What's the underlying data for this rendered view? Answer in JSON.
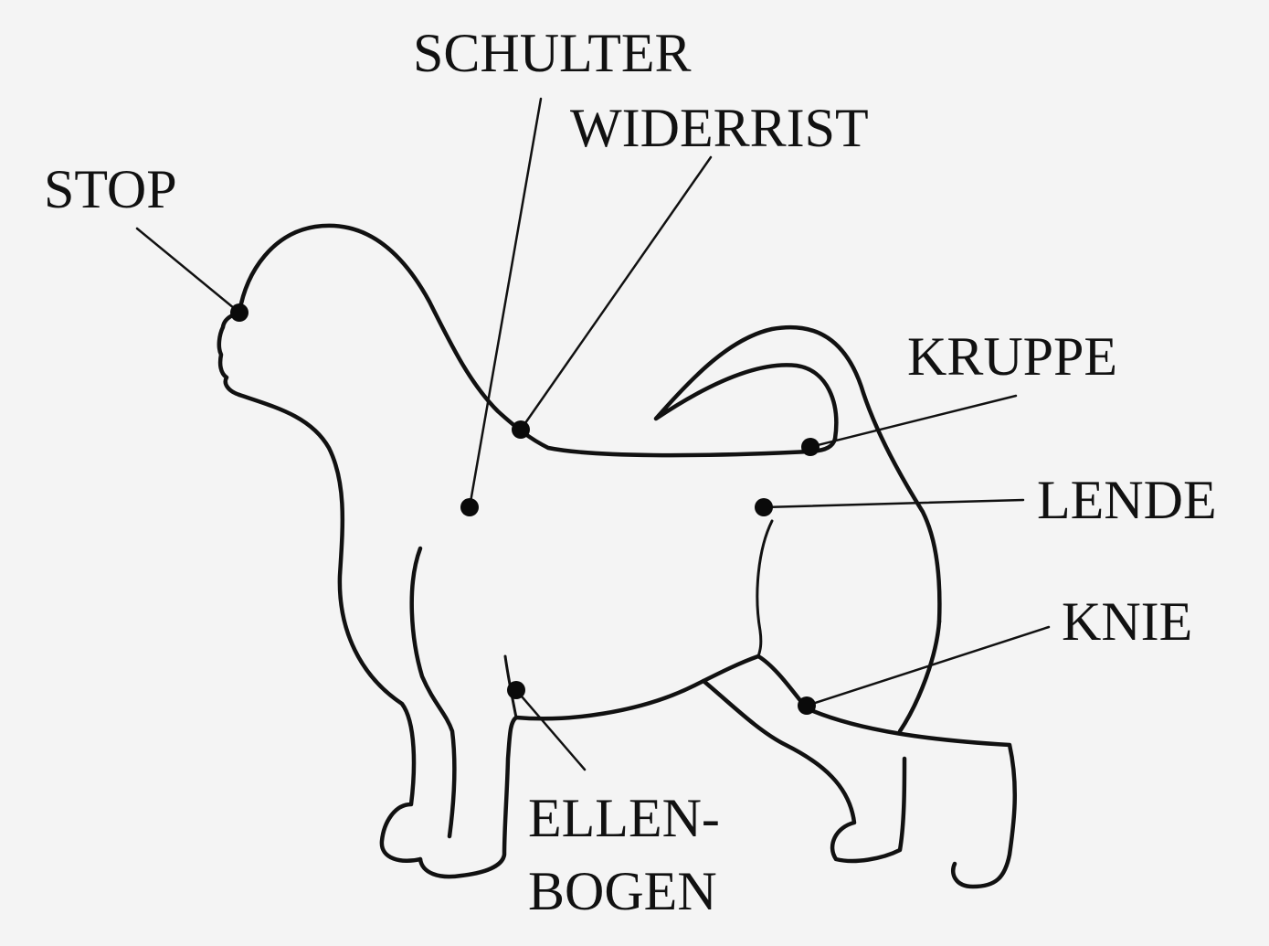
{
  "diagram": {
    "labels": {
      "schulter": "SCHULTER",
      "widerrist": "WIDERRIST",
      "stop": "STOP",
      "kruppe": "KRUPPE",
      "lende": "LENDE",
      "knie": "KNIE",
      "ellenbogen_line1": "ELLEN-",
      "ellenbogen_line2": "BOGEN"
    }
  }
}
